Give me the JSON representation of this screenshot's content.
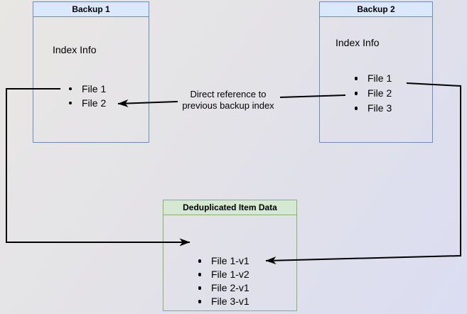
{
  "diagram": {
    "boxes": [
      {
        "id": "backup1",
        "title": "Backup 1",
        "label": "Index Info",
        "items": [
          "File 1",
          "File 2"
        ],
        "header_fill": "#dae8fc",
        "border_color": "#6c8ebf"
      },
      {
        "id": "backup2",
        "title": "Backup 2",
        "label": "Index Info",
        "items": [
          "File 1",
          "File 2",
          "File 3"
        ],
        "header_fill": "#dae8fc",
        "border_color": "#6c8ebf"
      },
      {
        "id": "deduplicated-item-data",
        "title": "Deduplicated Item Data",
        "items": [
          "File 1-v1",
          "File 1-v2",
          "File 2-v1",
          "File 3-v1"
        ],
        "header_fill": "#d5e8d4",
        "border_color": "#82b366"
      }
    ],
    "connectors": [
      {
        "from": "Backup 2 / File 2",
        "to": "Backup 1 / File 2",
        "label": "Direct reference to\nprevious backup index"
      },
      {
        "from": "Backup 1 / File 1",
        "to": "Deduplicated Item Data / File 1-v1",
        "label": ""
      },
      {
        "from": "Backup 2 / File 1",
        "to": "Deduplicated Item Data / File 1-v2",
        "label": ""
      }
    ],
    "colors": {
      "blue_header_fill": "#dae8fc",
      "blue_border": "#6c8ebf",
      "green_header_fill": "#d5e8d4",
      "green_border": "#82b366",
      "line": "#000000",
      "text": "#000000",
      "background_top_left": "#e9e7e4",
      "background_bottom_right": "#dbddf2"
    }
  }
}
